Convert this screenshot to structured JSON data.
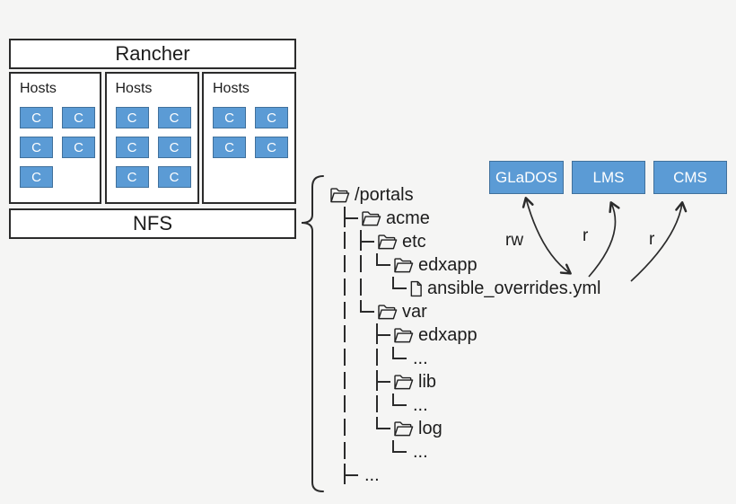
{
  "colors": {
    "background": "#f5f5f4",
    "accent_fill": "#5b9bd5",
    "accent_border": "#41719c",
    "line": "#2b2b2b",
    "panel_bg": "#ffffff"
  },
  "cluster": {
    "title": "Rancher",
    "storage_label": "NFS",
    "hosts": [
      {
        "label": "Hosts",
        "containers": [
          "C",
          "C",
          "C",
          "C",
          "C"
        ]
      },
      {
        "label": "Hosts",
        "containers": [
          "C",
          "C",
          "C",
          "C",
          "C",
          "C"
        ]
      },
      {
        "label": "Hosts",
        "containers": [
          "C",
          "C",
          "C",
          "C"
        ]
      }
    ]
  },
  "services": [
    {
      "label": "GLaDOS"
    },
    {
      "label": "LMS"
    },
    {
      "label": "CMS"
    }
  ],
  "arrows": [
    {
      "label": "rw",
      "from": "ansible_overrides.yml",
      "to": "GLaDOS",
      "bidirectional": true
    },
    {
      "label": "r",
      "from": "ansible_overrides.yml",
      "to": "LMS",
      "bidirectional": false
    },
    {
      "label": "r",
      "from": "ansible_overrides.yml",
      "to": "CMS",
      "bidirectional": false
    }
  ],
  "tree": {
    "rows": [
      {
        "icon": "folder",
        "label": "/portals",
        "cols": []
      },
      {
        "icon": "folder",
        "label": "acme",
        "cols": [
          "tee"
        ]
      },
      {
        "icon": "folder",
        "label": "etc",
        "cols": [
          "bar",
          "tee"
        ]
      },
      {
        "icon": "folder",
        "label": "edxapp",
        "cols": [
          "bar",
          "bar",
          "elbow"
        ]
      },
      {
        "icon": "file",
        "label": "ansible_overrides.yml",
        "cols": [
          "bar",
          "bar",
          "gap",
          "elbow"
        ]
      },
      {
        "icon": "folder",
        "label": "var",
        "cols": [
          "bar",
          "elbow"
        ]
      },
      {
        "icon": "folder",
        "label": "edxapp",
        "cols": [
          "bar",
          "gap",
          "tee"
        ]
      },
      {
        "icon": "none",
        "label": "...",
        "cols": [
          "bar",
          "gap",
          "bar",
          "elbow"
        ]
      },
      {
        "icon": "folder",
        "label": "lib",
        "cols": [
          "bar",
          "gap",
          "tee"
        ]
      },
      {
        "icon": "none",
        "label": "...",
        "cols": [
          "bar",
          "gap",
          "bar",
          "elbow"
        ]
      },
      {
        "icon": "folder",
        "label": "log",
        "cols": [
          "bar",
          "gap",
          "elbow"
        ]
      },
      {
        "icon": "none",
        "label": "...",
        "cols": [
          "bar",
          "gap",
          "gap",
          "elbow"
        ]
      },
      {
        "icon": "none",
        "label": "...",
        "cols": [
          "tee"
        ]
      }
    ]
  }
}
